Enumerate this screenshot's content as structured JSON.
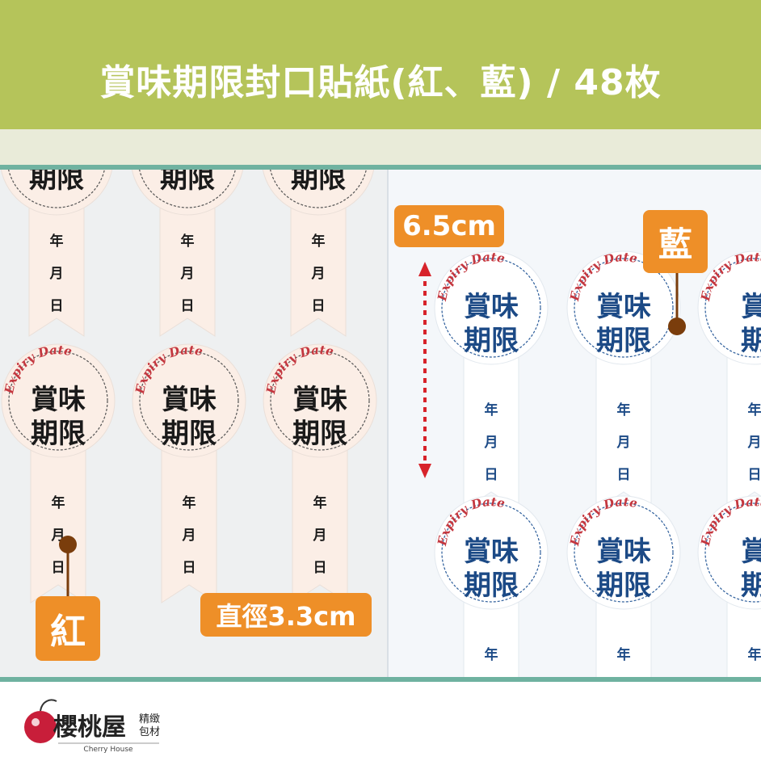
{
  "title": "賞味期限封口貼紙(紅、藍) / 48枚",
  "callouts": {
    "height": "6.5cm",
    "diameter": "直徑3.3cm",
    "red": "紅",
    "blue": "藍"
  },
  "sticker": {
    "arc_text": "Expiry Date",
    "line1": "賞味",
    "line2": "期限",
    "partial_line1": "賞",
    "partial_line2": "期",
    "top_cut_text": "期限",
    "year": "年",
    "month": "月",
    "day": "日"
  },
  "brand": {
    "name": "櫻桃屋",
    "sub1": "精緻",
    "sub2": "包材",
    "english": "Cherry House"
  },
  "colors": {
    "header": "#b5c45a",
    "accent": "#ee8f28",
    "rule": "#6fb2a0",
    "red_ink": "#c4373f",
    "blue_ink": "#1c4a86",
    "callout_dot": "#7a3d0c"
  }
}
